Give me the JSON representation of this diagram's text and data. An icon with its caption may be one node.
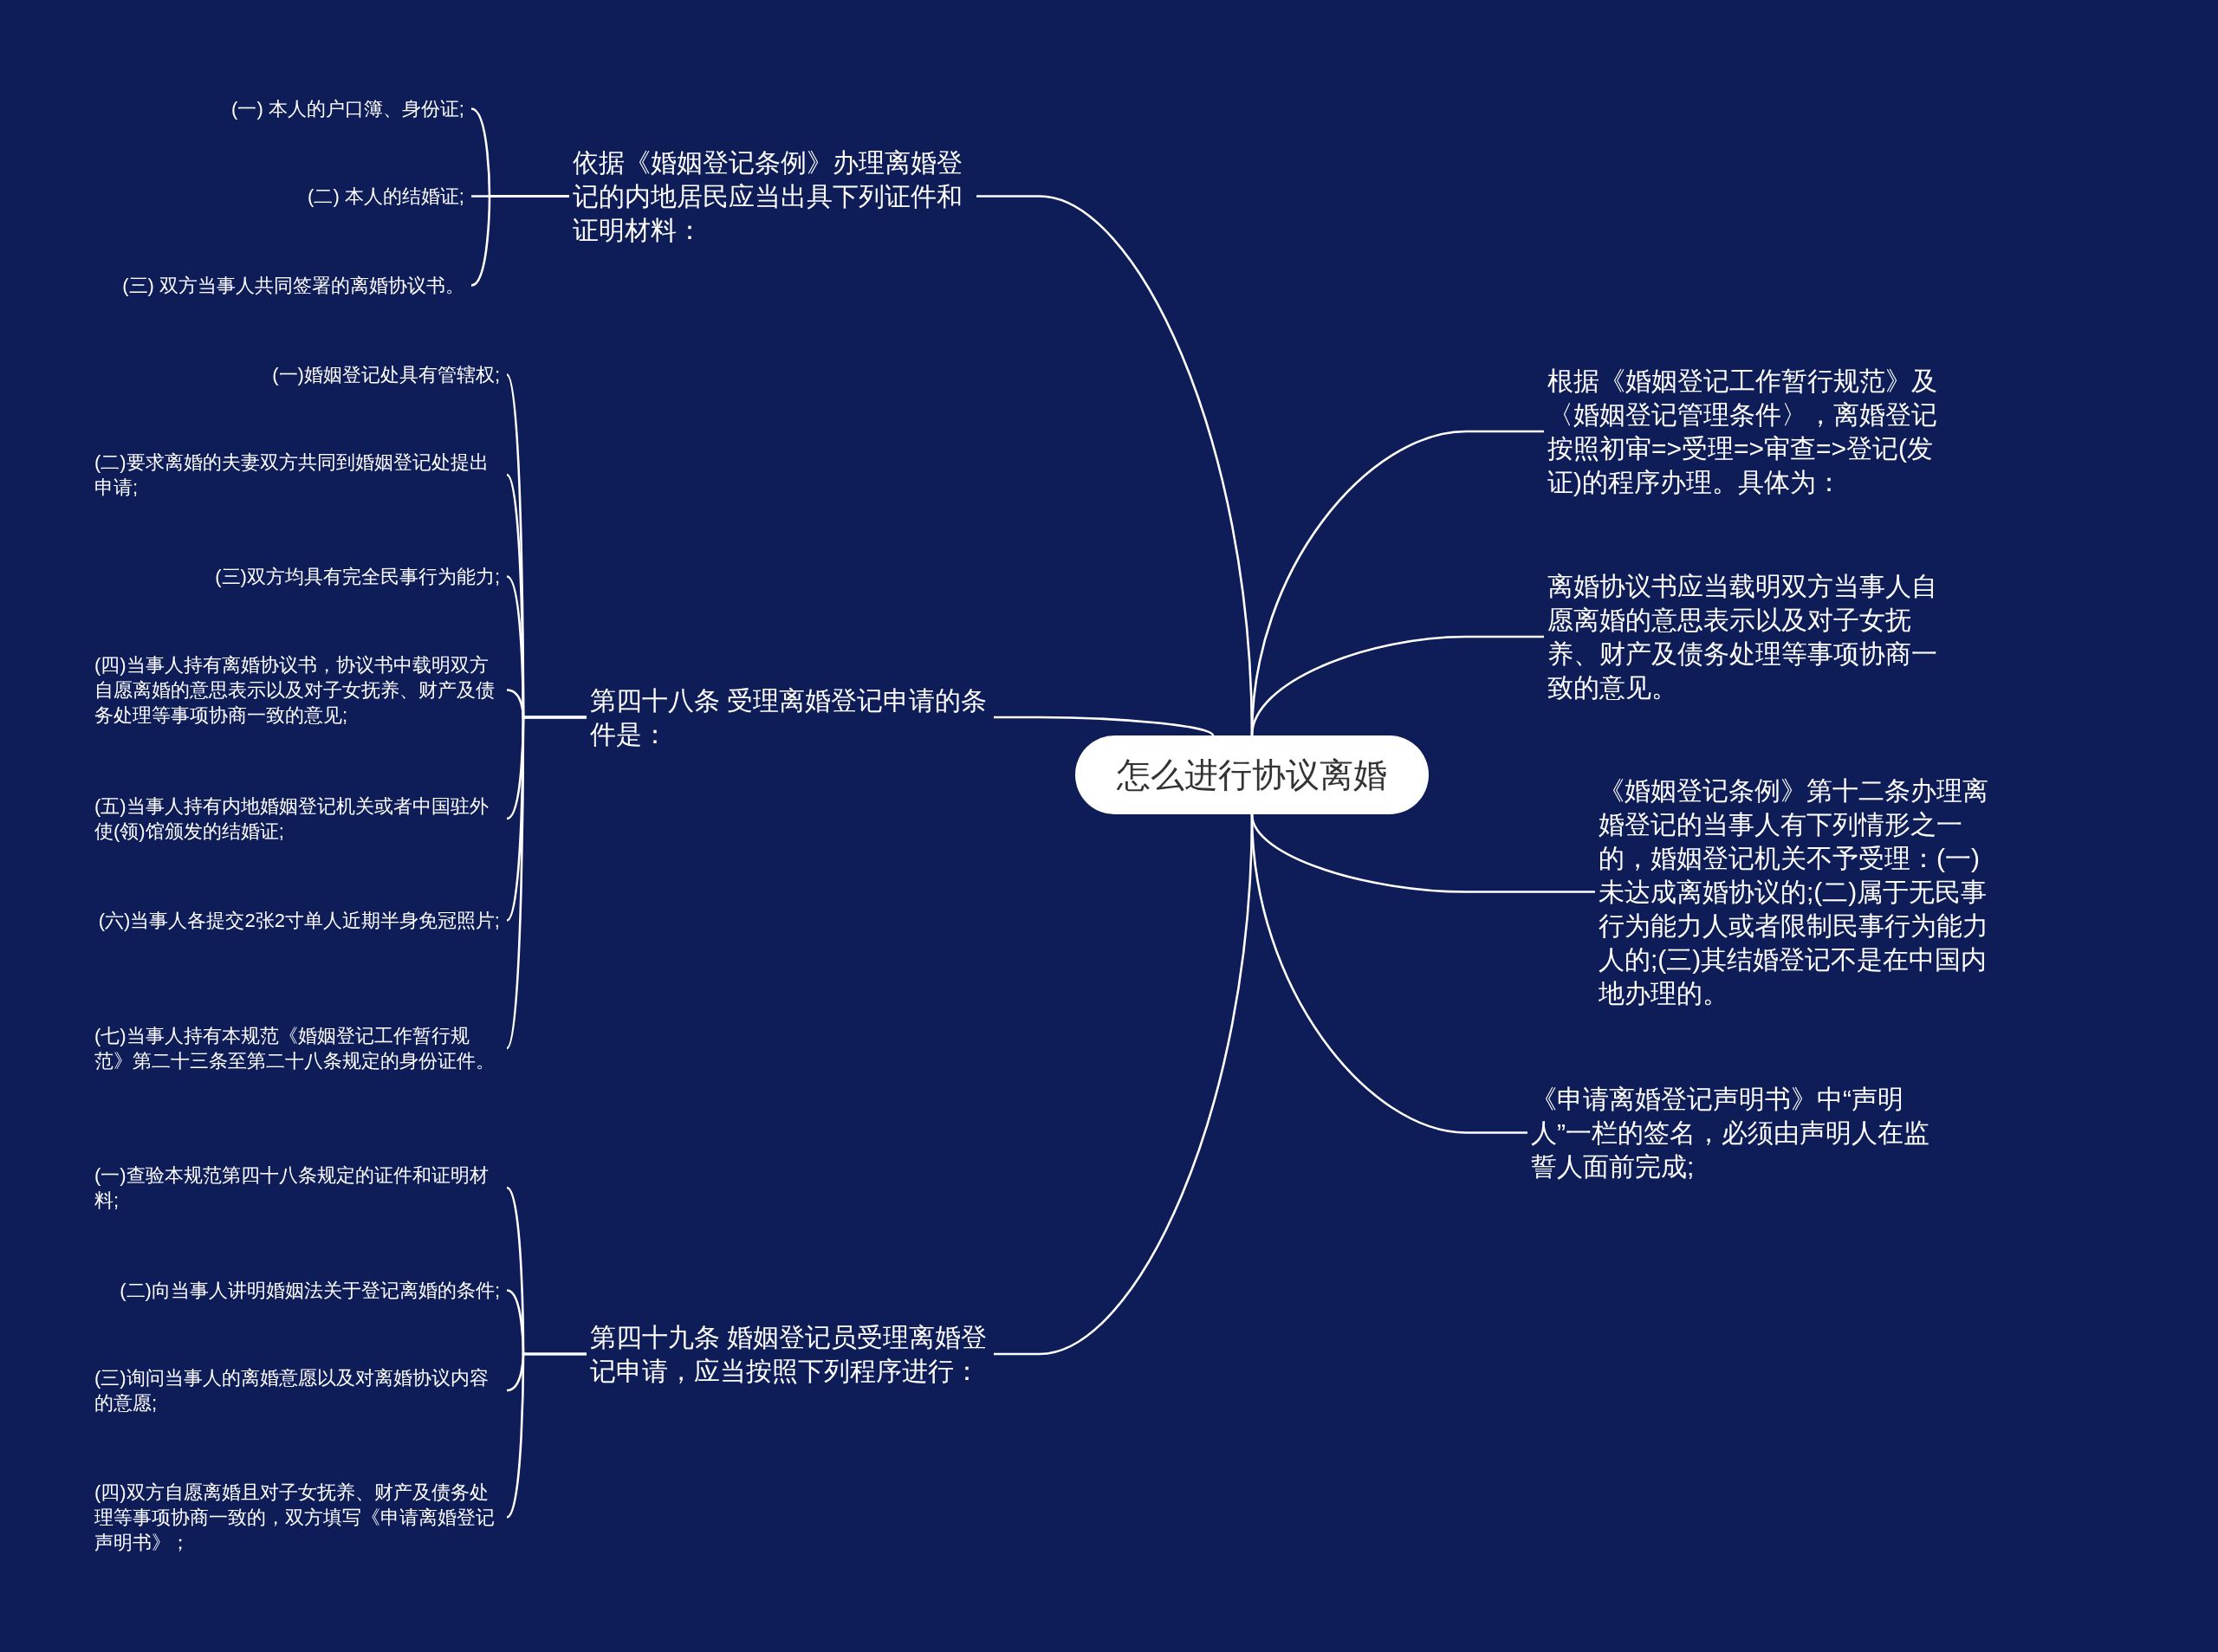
{
  "diagram": {
    "nodes": [
      {
        "text": [
          "怎么进行协议离婚"
        ]
      },
      {
        "text": [
          "依据《婚姻登记条例》办理离婚登记的内地居民应当出具下列证件和证明材料："
        ]
      },
      {
        "text": [
          "第四十八条 受理离婚登记申请的条件是："
        ]
      },
      {
        "text": [
          "第四十九条 婚姻登记员受理离婚登记申请，应当按照下列程序进行："
        ]
      },
      {
        "text": [
          "根据《婚姻登记工作暂行规范》及〈婚姻登记管理条件〉，离婚登记按照初审=>受理=>审查=>登记(发证)的程序办理。具体为："
        ]
      },
      {
        "text": [
          "离婚协议书应当载明双方当事人自愿离婚的意思表示以及对子女抚养、财产及债务处理等事项协商一致的意见。"
        ]
      },
      {
        "text": [
          "《婚姻登记条例》第十二条办理离婚登记的当事人有下列情形之一的，婚姻登记机关不予受理：(一)未达成离婚协议的;(二)属于无民事行为能力人或者限制民事行为能力人的;(三)其结婚登记不是在中国内地办理的。"
        ]
      },
      {
        "text": [
          "《申请离婚登记声明书》中“声明人”一栏的签名，必须由声明人在监誓人面前完成;"
        ]
      },
      {
        "text": [
          "(一) 本人的户口簿、身份证;"
        ]
      },
      {
        "text": [
          "(二) 本人的结婚证;"
        ]
      },
      {
        "text": [
          "(三) 双方当事人共同签署的离婚协议书。"
        ]
      },
      {
        "text": [
          "(一)婚姻登记处具有管辖权;"
        ]
      },
      {
        "text": [
          "(二)要求离婚的夫妻双方共同到婚姻登记处提出申请;"
        ]
      },
      {
        "text": [
          "(三)双方均具有完全民事行为能力;"
        ]
      },
      {
        "text": [
          "(四)当事人持有离婚协议书，协议书中载明双方自愿离婚的意思表示以及对子女抚养、财产及债务处理等事项协商一致的意见;"
        ]
      },
      {
        "text": [
          "(五)当事人持有内地婚姻登记机关或者中国驻外使(领)馆颁发的结婚证;"
        ]
      },
      {
        "text": [
          "(六)当事人各提交2张2寸单人近期半身免冠照片;"
        ]
      },
      {
        "text": [
          "(七)当事人持有本规范《婚姻登记工作暂行规范》第二十三条至第二十八条规定的身份证件。"
        ]
      },
      {
        "text": [
          "(一)查验本规范第四十八条规定的证件和证明材料;"
        ]
      },
      {
        "text": [
          "(二)向当事人讲明婚姻法关于登记离婚的条件;"
        ]
      },
      {
        "text": [
          "(三)询问当事人的离婚意愿以及对离婚协议内容的意愿;"
        ]
      },
      {
        "text": [
          "(四)双方自愿离婚且对子女抚养、财产及债务处理等事项协商一致的，双方填写《申请离婚登记声明书》；"
        ]
      }
    ],
    "edges": [
      {
        "from": 0,
        "to": 1,
        "arrow": "none"
      },
      {
        "from": 0,
        "to": 2,
        "arrow": "none"
      },
      {
        "from": 0,
        "to": 3,
        "arrow": "none"
      },
      {
        "from": 0,
        "to": 4,
        "arrow": "none"
      },
      {
        "from": 0,
        "to": 5,
        "arrow": "none"
      },
      {
        "from": 0,
        "to": 6,
        "arrow": "none"
      },
      {
        "from": 0,
        "to": 7,
        "arrow": "none"
      },
      {
        "from": 1,
        "to": 8,
        "arrow": "none"
      },
      {
        "from": 1,
        "to": 9,
        "arrow": "none"
      },
      {
        "from": 1,
        "to": 10,
        "arrow": "none"
      },
      {
        "from": 2,
        "to": 11,
        "arrow": "none"
      },
      {
        "from": 2,
        "to": 12,
        "arrow": "none"
      },
      {
        "from": 2,
        "to": 13,
        "arrow": "none"
      },
      {
        "from": 2,
        "to": 14,
        "arrow": "none"
      },
      {
        "from": 2,
        "to": 15,
        "arrow": "none"
      },
      {
        "from": 2,
        "to": 16,
        "arrow": "none"
      },
      {
        "from": 2,
        "to": 17,
        "arrow": "none"
      },
      {
        "from": 3,
        "to": 18,
        "arrow": "none"
      },
      {
        "from": 3,
        "to": 19,
        "arrow": "none"
      },
      {
        "from": 3,
        "to": 20,
        "arrow": "none"
      },
      {
        "from": 3,
        "to": 21,
        "arrow": "none"
      }
    ]
  }
}
